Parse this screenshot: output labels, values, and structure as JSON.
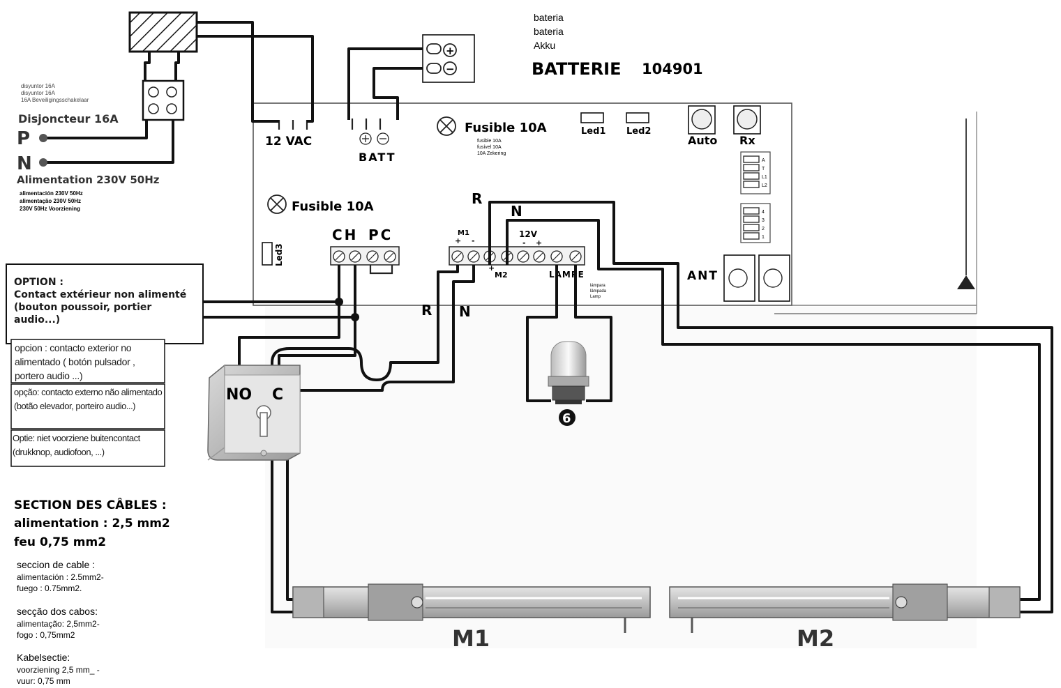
{
  "battery": {
    "langs": [
      "bateria",
      "bateria",
      "Akku"
    ],
    "title": "BATTERIE",
    "ref": "104901",
    "plus": "+",
    "minus": "−"
  },
  "breaker": {
    "langs": [
      "disyuntor 16A",
      "disyuntor 16A",
      "16A Beveiligingsschakelaar"
    ],
    "title": "Disjoncteur 16A",
    "p": "P",
    "n": "N"
  },
  "power": {
    "title": "Alimentation 230V 50Hz",
    "langs": [
      "alimentación 230V 50Hz",
      "alimentação 230V 50Hz",
      "230V 50Hz Voorziening"
    ]
  },
  "board": {
    "vac": "12 VAC",
    "batt": "BATT",
    "batt_signs": "⊕⊖",
    "fuse_top": "Fusible 10A",
    "fuse_top_langs": [
      "fusible 10A",
      "fusível 10A",
      "10A Zekering"
    ],
    "fuse_left": "Fusible 10A",
    "led1": "Led1",
    "led2": "Led2",
    "led3": "Led3",
    "auto": "Auto",
    "rx": "Rx",
    "ant": "ANT",
    "ch": "CH",
    "pc": "PC",
    "m1": "M1",
    "m2": "M2",
    "v12": "12V",
    "lampe": "LAMPE",
    "lampe_langs": [
      "lámpara",
      "lâmpada",
      "Lamp"
    ],
    "dip_a": [
      "A",
      "T",
      "L1",
      "L2"
    ],
    "dip_b": [
      "4",
      "3",
      "2",
      "1"
    ],
    "r_top": "R",
    "n_top": "N",
    "r_mid": "R",
    "n_mid": "N",
    "plus": "+",
    "minus": "-"
  },
  "option": {
    "title": "OPTION :",
    "text": "Contact extérieur non alimenté (bouton poussoir, portier audio...)",
    "es": "opcion : contacto exterior no alimentado ( botón pulsador , portero audio ...)",
    "pt": "opção: contacto externo não alimentado (botão elevador, porteiro audio...)",
    "nl": "Optie: niet voorziene buitencontact (drukknop, audiofoon, ...)"
  },
  "keyswitch": {
    "no": "NO",
    "c": "C"
  },
  "lamp": {
    "number": "6"
  },
  "motors": {
    "m1": "M1",
    "m2": "M2"
  },
  "cables": {
    "title1": "SECTION DES CÂBLES :",
    "title2": "alimentation : 2,5 mm2",
    "title3": "feu 0,75 mm2",
    "es": [
      "seccion de cable :",
      "alimentación : 2.5mm2-",
      "fuego : 0.75mm2."
    ],
    "pt": [
      "secção dos cabos:",
      "alimentação: 2,5mm2-",
      "fogo : 0,75mm2"
    ],
    "nl": [
      "Kabelsectie:",
      "voorziening 2,5 mm_ -",
      "vuur: 0,75 mm"
    ]
  }
}
